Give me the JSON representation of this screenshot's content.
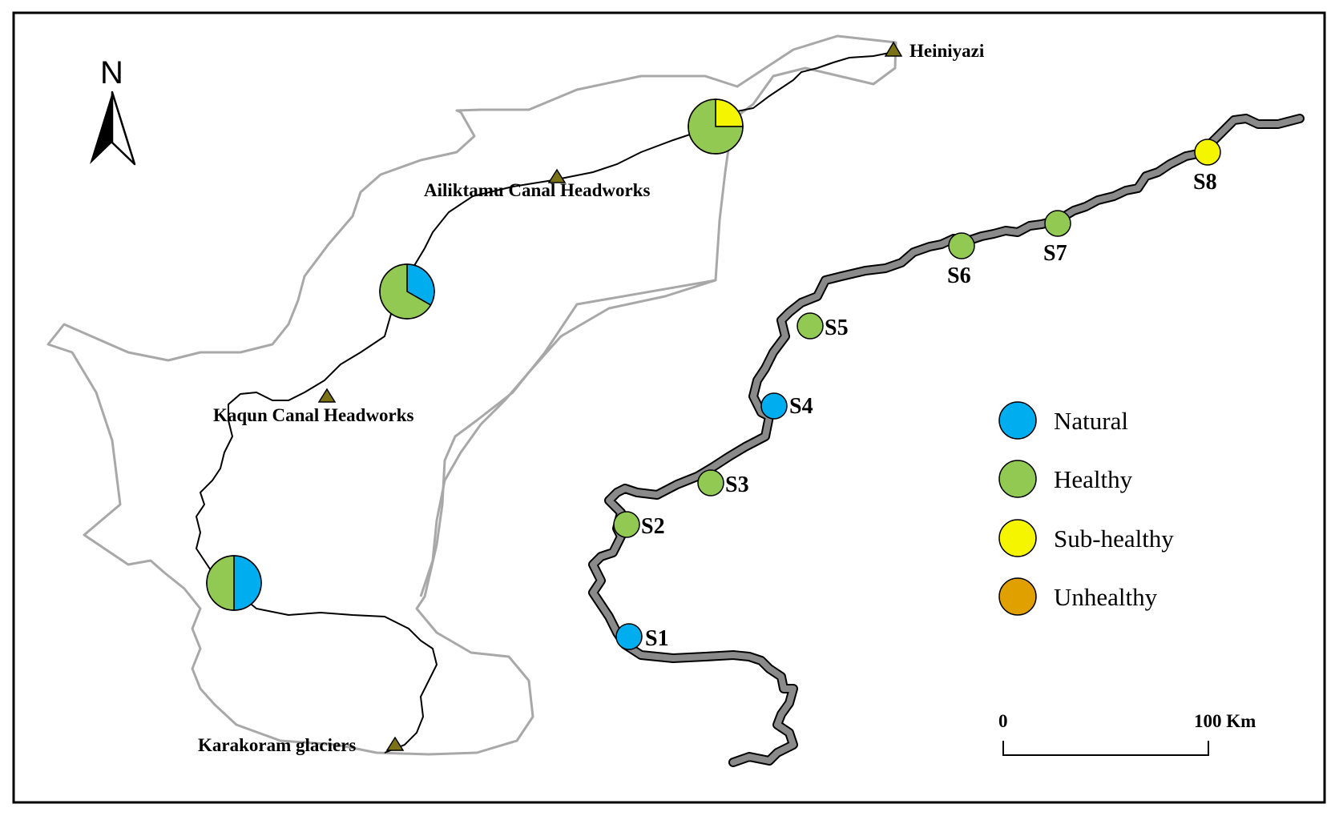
{
  "colors": {
    "natural": "#00aeef",
    "healthy": "#92c952",
    "sub_healthy": "#f5f500",
    "unhealthy": "#e0a000",
    "river": "#8a8a8a",
    "boundary": "#a8a8a8",
    "marker": "#7a7214"
  },
  "north_arrow": {
    "label": "N"
  },
  "places": [
    {
      "id": "heiniyazi",
      "label": "Heiniyazi"
    },
    {
      "id": "ailiktamu",
      "label": "Ailiktamu Canal Headworks"
    },
    {
      "id": "kaqun",
      "label": "Kaqun Canal Headworks"
    },
    {
      "id": "karakoram",
      "label": "Karakoram glaciers"
    }
  ],
  "pie_charts": [
    {
      "id": "pie-upper",
      "slices": [
        {
          "class": "sub_healthy",
          "fraction": 0.25
        },
        {
          "class": "healthy",
          "fraction": 0.75
        }
      ]
    },
    {
      "id": "pie-middle",
      "slices": [
        {
          "class": "natural",
          "fraction": 0.333
        },
        {
          "class": "healthy",
          "fraction": 0.667
        }
      ]
    },
    {
      "id": "pie-lower",
      "slices": [
        {
          "class": "natural",
          "fraction": 0.5
        },
        {
          "class": "healthy",
          "fraction": 0.5
        }
      ]
    }
  ],
  "sites": [
    {
      "id": "S1",
      "label": "S1",
      "status": "natural"
    },
    {
      "id": "S2",
      "label": "S2",
      "status": "healthy"
    },
    {
      "id": "S3",
      "label": "S3",
      "status": "healthy"
    },
    {
      "id": "S4",
      "label": "S4",
      "status": "natural"
    },
    {
      "id": "S5",
      "label": "S5",
      "status": "healthy"
    },
    {
      "id": "S6",
      "label": "S6",
      "status": "healthy"
    },
    {
      "id": "S7",
      "label": "S7",
      "status": "healthy"
    },
    {
      "id": "S8",
      "label": "S8",
      "status": "sub_healthy"
    }
  ],
  "legend": {
    "items": [
      {
        "class": "natural",
        "label": "Natural"
      },
      {
        "class": "healthy",
        "label": "Healthy"
      },
      {
        "class": "sub_healthy",
        "label": "Sub-healthy"
      },
      {
        "class": "unhealthy",
        "label": "Unhealthy"
      }
    ]
  },
  "scale_bar": {
    "start_label": "0",
    "end_label": "100 Km"
  }
}
